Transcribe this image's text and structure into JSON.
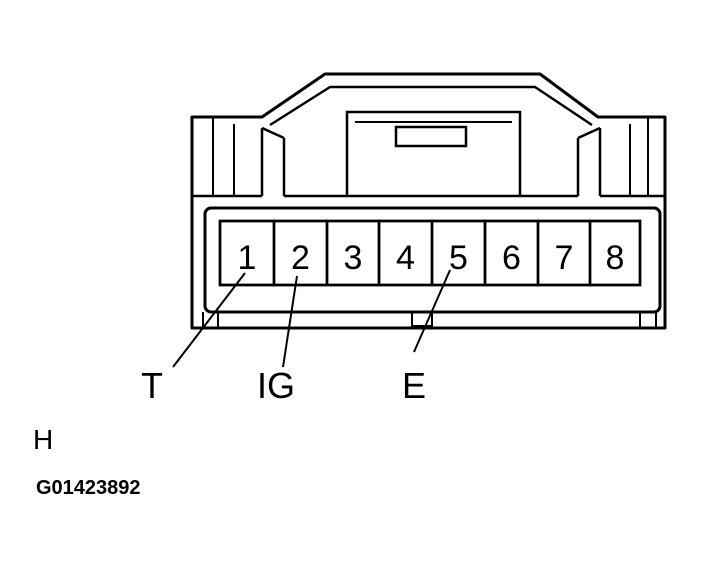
{
  "connector": {
    "pins": [
      {
        "number": "1"
      },
      {
        "number": "2"
      },
      {
        "number": "3"
      },
      {
        "number": "4"
      },
      {
        "number": "5"
      },
      {
        "number": "6"
      },
      {
        "number": "7"
      },
      {
        "number": "8"
      }
    ],
    "callouts": [
      {
        "label": "T",
        "pin": "1"
      },
      {
        "label": "IG",
        "pin": "2"
      },
      {
        "label": "E",
        "pin": "5"
      }
    ]
  },
  "side_letter": "H",
  "figure_id": "G01423892"
}
